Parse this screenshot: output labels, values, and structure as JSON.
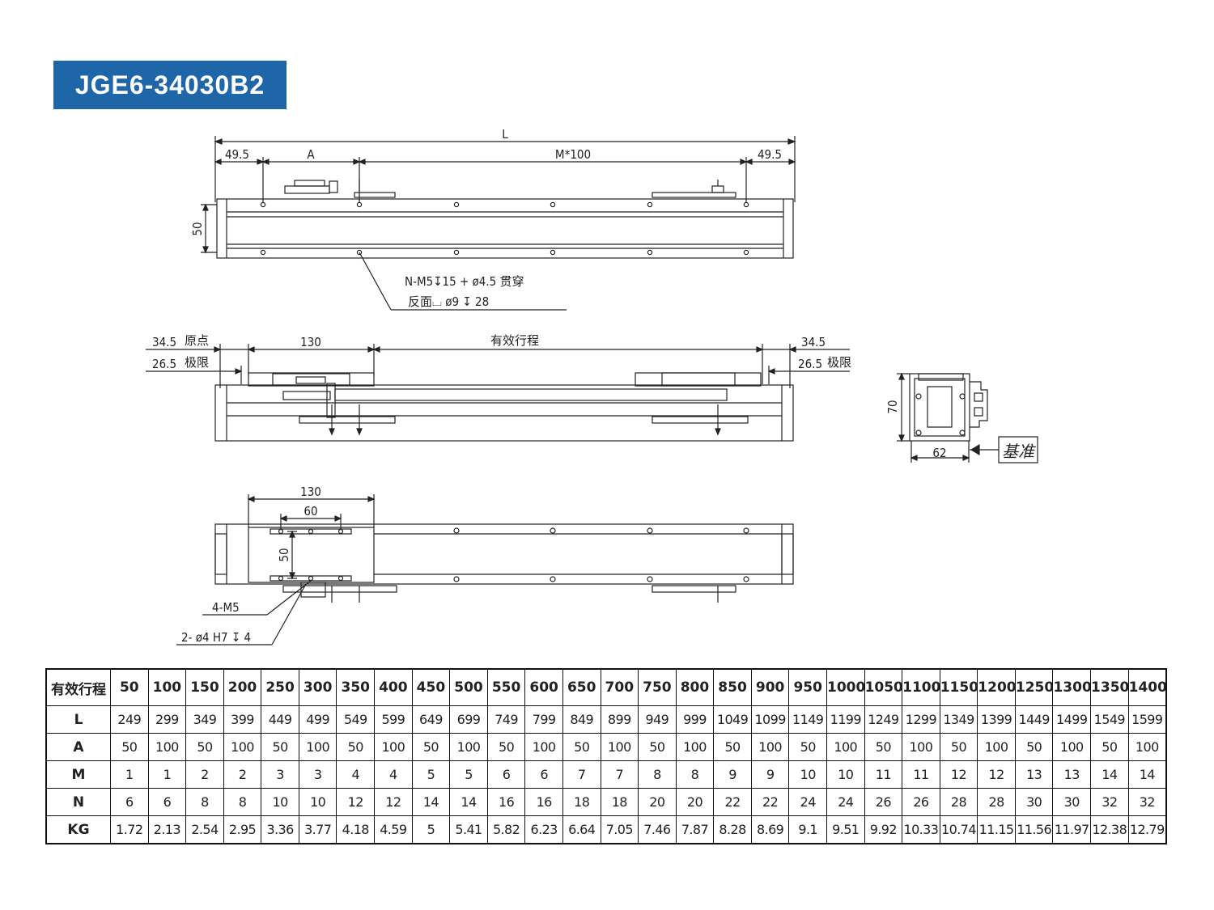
{
  "model_title": "JGE6-34030B2",
  "top_view": {
    "dim_total": "L",
    "dim_left_margin": "49.5",
    "dim_A": "A",
    "dim_pitch": "M*100",
    "dim_right_margin": "49.5",
    "dim_height": "50",
    "note_hole_line1": "N-M5↧15 + ø4.5 贯穿",
    "note_hole_line2": "反面⌴ ø9 ↧ 28"
  },
  "side_view": {
    "dim_origin": "34.5",
    "label_origin": "原点",
    "dim_limit": "26.5",
    "label_limit": "极限",
    "dim_slider": "130",
    "label_stroke": "有效行程",
    "dim_right_origin": "34.5",
    "dim_right_limit": "26.5",
    "label_right_limit": "极限"
  },
  "end_view": {
    "dim_height": "70",
    "dim_width": "62",
    "label_datum": "基准"
  },
  "bottom_view": {
    "dim_slider": "130",
    "dim_hole_pitch": "60",
    "dim_hole_height": "50",
    "note_tapped": "4-M5",
    "note_pin": "2- ø4  H7 ↧ 4"
  },
  "spec_table": {
    "header_label": "有效行程",
    "strokes": [
      "50",
      "100",
      "150",
      "200",
      "250",
      "300",
      "350",
      "400",
      "450",
      "500",
      "550",
      "600",
      "650",
      "700",
      "750",
      "800",
      "850",
      "900",
      "950",
      "1000",
      "1050",
      "1100",
      "1150",
      "1200",
      "1250",
      "1300",
      "1350",
      "1400"
    ],
    "rows": [
      {
        "label": "L",
        "values": [
          "249",
          "299",
          "349",
          "399",
          "449",
          "499",
          "549",
          "599",
          "649",
          "699",
          "749",
          "799",
          "849",
          "899",
          "949",
          "999",
          "1049",
          "1099",
          "1149",
          "1199",
          "1249",
          "1299",
          "1349",
          "1399",
          "1449",
          "1499",
          "1549",
          "1599"
        ]
      },
      {
        "label": "A",
        "values": [
          "50",
          "100",
          "50",
          "100",
          "50",
          "100",
          "50",
          "100",
          "50",
          "100",
          "50",
          "100",
          "50",
          "100",
          "50",
          "100",
          "50",
          "100",
          "50",
          "100",
          "50",
          "100",
          "50",
          "100",
          "50",
          "100",
          "50",
          "100"
        ]
      },
      {
        "label": "M",
        "values": [
          "1",
          "1",
          "2",
          "2",
          "3",
          "3",
          "4",
          "4",
          "5",
          "5",
          "6",
          "6",
          "7",
          "7",
          "8",
          "8",
          "9",
          "9",
          "10",
          "10",
          "11",
          "11",
          "12",
          "12",
          "13",
          "13",
          "14",
          "14"
        ]
      },
      {
        "label": "N",
        "values": [
          "6",
          "6",
          "8",
          "8",
          "10",
          "10",
          "12",
          "12",
          "14",
          "14",
          "16",
          "16",
          "18",
          "18",
          "20",
          "20",
          "22",
          "22",
          "24",
          "24",
          "26",
          "26",
          "28",
          "28",
          "30",
          "30",
          "32",
          "32"
        ]
      },
      {
        "label": "KG",
        "values": [
          "1.72",
          "2.13",
          "2.54",
          "2.95",
          "3.36",
          "3.77",
          "4.18",
          "4.59",
          "5",
          "5.41",
          "5.82",
          "6.23",
          "6.64",
          "7.05",
          "7.46",
          "7.87",
          "8.28",
          "8.69",
          "9.1",
          "9.51",
          "9.92",
          "10.33",
          "10.74",
          "11.15",
          "11.56",
          "11.97",
          "12.38",
          "12.79"
        ]
      }
    ]
  }
}
